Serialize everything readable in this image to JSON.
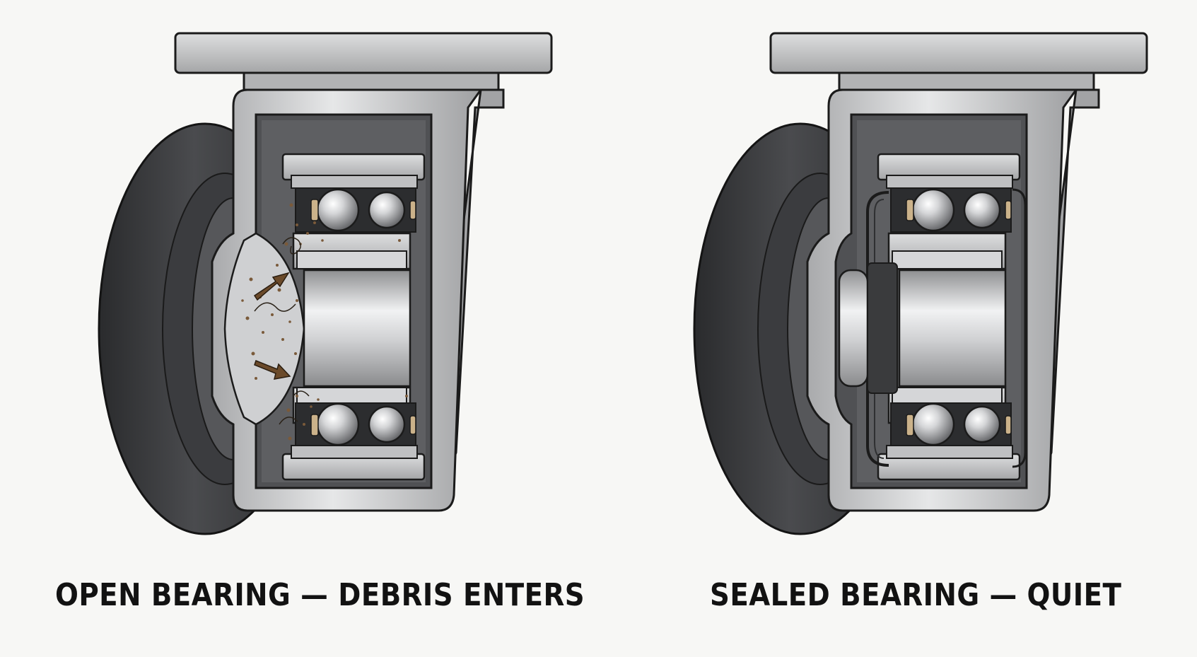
{
  "left_panel": {
    "caption": "OPEN BEARING — DEBRIS ENTERS",
    "variant": "open"
  },
  "right_panel": {
    "caption": "SEALED BEARING — QUIET",
    "variant": "sealed"
  },
  "colors": {
    "background": "#f7f7f5",
    "tire": "#3a3b3d",
    "metal": "#c9cacb",
    "metal_dark": "#8c8d8f",
    "outline": "#1b1b1b",
    "debris": "#7a5a3a",
    "arrow": "#6b4a2a"
  }
}
